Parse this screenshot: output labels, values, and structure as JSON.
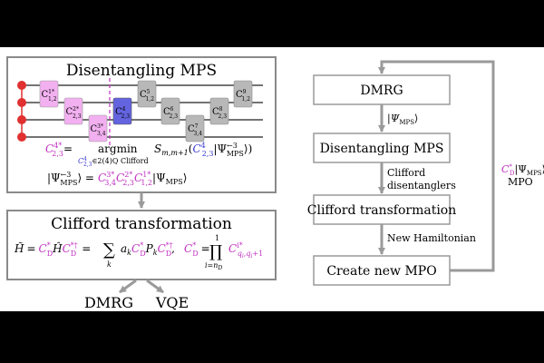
{
  "colors": {
    "magenta": "#c030c0",
    "blue_gate": "#6464e0",
    "pink_gate": "#f2b0f0",
    "gray_gate": "#b8b8b8",
    "qubit_dot": "#e03030",
    "box_border": "#8a8a8a",
    "arrow_gray": "#9a9a9a"
  },
  "left_panel": {
    "top_box": {
      "title": "Disentangling MPS",
      "gates": [
        {
          "label": "C",
          "sup": "1*",
          "sub": "1,2",
          "color": "pink"
        },
        {
          "label": "C",
          "sup": "2*",
          "sub": "2,3",
          "color": "pink"
        },
        {
          "label": "C",
          "sup": "3*",
          "sub": "3,4",
          "color": "pink"
        },
        {
          "label": "C",
          "sup": "4",
          "sub": "2,3",
          "color": "blue"
        },
        {
          "label": "C",
          "sup": "5",
          "sub": "1,2",
          "color": "gray"
        },
        {
          "label": "C",
          "sup": "6",
          "sub": "2,3",
          "color": "gray"
        },
        {
          "label": "C",
          "sup": "7",
          "sub": "3,4",
          "color": "gray"
        },
        {
          "label": "C",
          "sup": "8",
          "sub": "2,3",
          "color": "gray"
        },
        {
          "label": "C",
          "sup": "9",
          "sub": "1,2",
          "color": "gray"
        }
      ],
      "eq1_lhs": "C",
      "eq1_lhs_sup": "4*",
      "eq1_lhs_sub": "2,3",
      "eq1_equals": "=",
      "eq1_argmin": "argmin",
      "eq1_under_c": "C",
      "eq1_under_sup": "4",
      "eq1_under_sub": "2,3",
      "eq1_under_text": "∈2(4)Q Clifford",
      "eq1_s": "S",
      "eq1_s_sub": "m,m+1",
      "eq1_arg_open": "(",
      "eq1_arg_c": "C",
      "eq1_arg_c_sup": "4",
      "eq1_arg_c_sub": "2,3",
      "eq1_arg_ket": "|Ψ",
      "eq1_arg_ket_sup": "←3",
      "eq1_arg_ket_sub": "MPS",
      "eq1_arg_close": "⟩)",
      "eq2_lhs_ket": "|Ψ",
      "eq2_lhs_sup": "←3",
      "eq2_lhs_sub": "MPS",
      "eq2_lhs_close": "⟩ =",
      "eq2_c1": "C",
      "eq2_c1_sup": "3*",
      "eq2_c1_sub": "3,4",
      "eq2_c2": "C",
      "eq2_c2_sup": "2*",
      "eq2_c2_sub": "2,3",
      "eq2_c3": "C",
      "eq2_c3_sup": "1*",
      "eq2_c3_sub": "1,2",
      "eq2_rhs_ket": "|Ψ",
      "eq2_rhs_sub": "MPS",
      "eq2_rhs_close": "⟩"
    },
    "bottom_box": {
      "title": "Clifford transformation",
      "eq_h_tilde": "H̃",
      "eq_eq1": "=",
      "eq_cd1": "C",
      "eq_cd1_sup": "*",
      "eq_cd1_sub": "D",
      "eq_h_hat": "Ĥ",
      "eq_cd2": "C",
      "eq_cd2_sup": "*†",
      "eq_cd2_sub": "D",
      "eq_eq2": "=",
      "eq_sum": "∑",
      "eq_sum_under": "k",
      "eq_ak": "a",
      "eq_ak_sub": "k",
      "eq_cd3": "C",
      "eq_cd3_sup": "*",
      "eq_cd3_sub": "D",
      "eq_pk": "P",
      "eq_pk_sub": "k",
      "eq_cd4": "C",
      "eq_cd4_sup": "*†",
      "eq_cd4_sub": "D",
      "eq_comma": ",",
      "eq_cd5": "C",
      "eq_cd5_sup": "*",
      "eq_cd5_sub": "D",
      "eq_eq3": "=",
      "eq_prod": "∏",
      "eq_prod_top": "1",
      "eq_prod_under": "i=n",
      "eq_prod_under_sub": "D",
      "eq_ci": "C",
      "eq_ci_sup": "i*",
      "eq_ci_sub": "q",
      "eq_ci_sub2": "i",
      "eq_ci_sub3": ",q",
      "eq_ci_sub4": "i",
      "eq_ci_sub5": "+1"
    },
    "outputs": [
      "DMRG",
      "VQE"
    ]
  },
  "flowchart": {
    "steps": [
      "DMRG",
      "Disentangling MPS",
      "Clifford transformation",
      "Create new MPO"
    ],
    "edge1_ket": "|Ψ",
    "edge1_sub": "MPS",
    "edge1_close": "⟩",
    "edge2_label_line1": "Clifford",
    "edge2_label_line2": "disentanglers",
    "edge3_label": "New Hamiltonian",
    "loop_c": "C",
    "loop_c_sup": "*",
    "loop_c_sub": "D",
    "loop_ket": "|Ψ",
    "loop_ket_sub": "MPS",
    "loop_ket_close": "⟩,",
    "loop_mpo": "MPO"
  }
}
